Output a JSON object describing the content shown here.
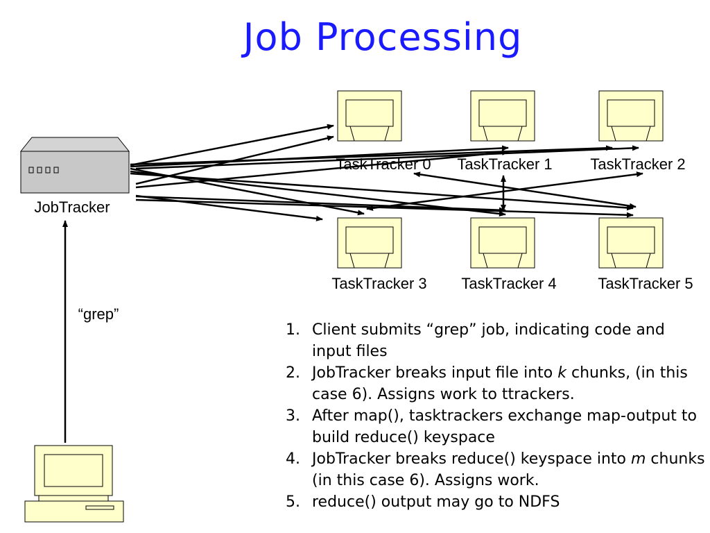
{
  "title": "Job Processing",
  "jobtracker": {
    "label": "JobTracker"
  },
  "client_request": {
    "label": "“grep”"
  },
  "tasktrackers": [
    {
      "label": "TaskTracker 0"
    },
    {
      "label": "TaskTracker 1"
    },
    {
      "label": "TaskTracker 2"
    },
    {
      "label": "TaskTracker 3"
    },
    {
      "label": "TaskTracker 4"
    },
    {
      "label": "TaskTracker 5"
    }
  ],
  "steps": [
    {
      "num": "1.",
      "parts": [
        {
          "text": "Client submits “grep” job, indicating code and input files",
          "italic": false
        }
      ]
    },
    {
      "num": "2.",
      "parts": [
        {
          "text": "JobTracker breaks input file into ",
          "italic": false
        },
        {
          "text": "k",
          "italic": true
        },
        {
          "text": " chunks, (in this case 6).  Assigns work to ttrackers.",
          "italic": false
        }
      ]
    },
    {
      "num": "3.",
      "parts": [
        {
          "text": "After map(), tasktrackers exchange map-output to build reduce() keyspace",
          "italic": false
        }
      ]
    },
    {
      "num": "4.",
      "parts": [
        {
          "text": "JobTracker breaks reduce() keyspace into ",
          "italic": false
        },
        {
          "text": "m",
          "italic": true
        },
        {
          "text": " chunks (in this case 6). Assigns work.",
          "italic": false
        }
      ]
    },
    {
      "num": "5.",
      "parts": [
        {
          "text": "reduce() output may go to NDFS",
          "italic": false
        }
      ]
    }
  ],
  "colors": {
    "title": "#1a1aff",
    "node_fill": "#ffffcc",
    "server_fill": "#c8c8c8"
  }
}
